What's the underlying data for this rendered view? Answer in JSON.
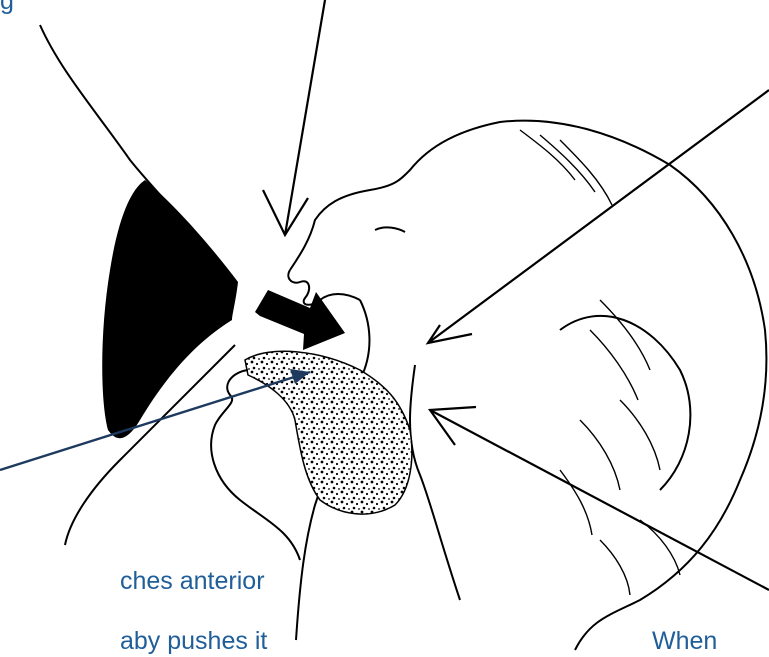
{
  "captions": {
    "top_left": "g",
    "bottom_left_line1": "ches anterior",
    "bottom_left_line2": "aby pushes it",
    "bottom_right": "When"
  },
  "colors": {
    "caption_text": "#1f5e99",
    "blue_arrow": "#1e3a5f",
    "ink": "#000000",
    "background": "#ffffff"
  }
}
